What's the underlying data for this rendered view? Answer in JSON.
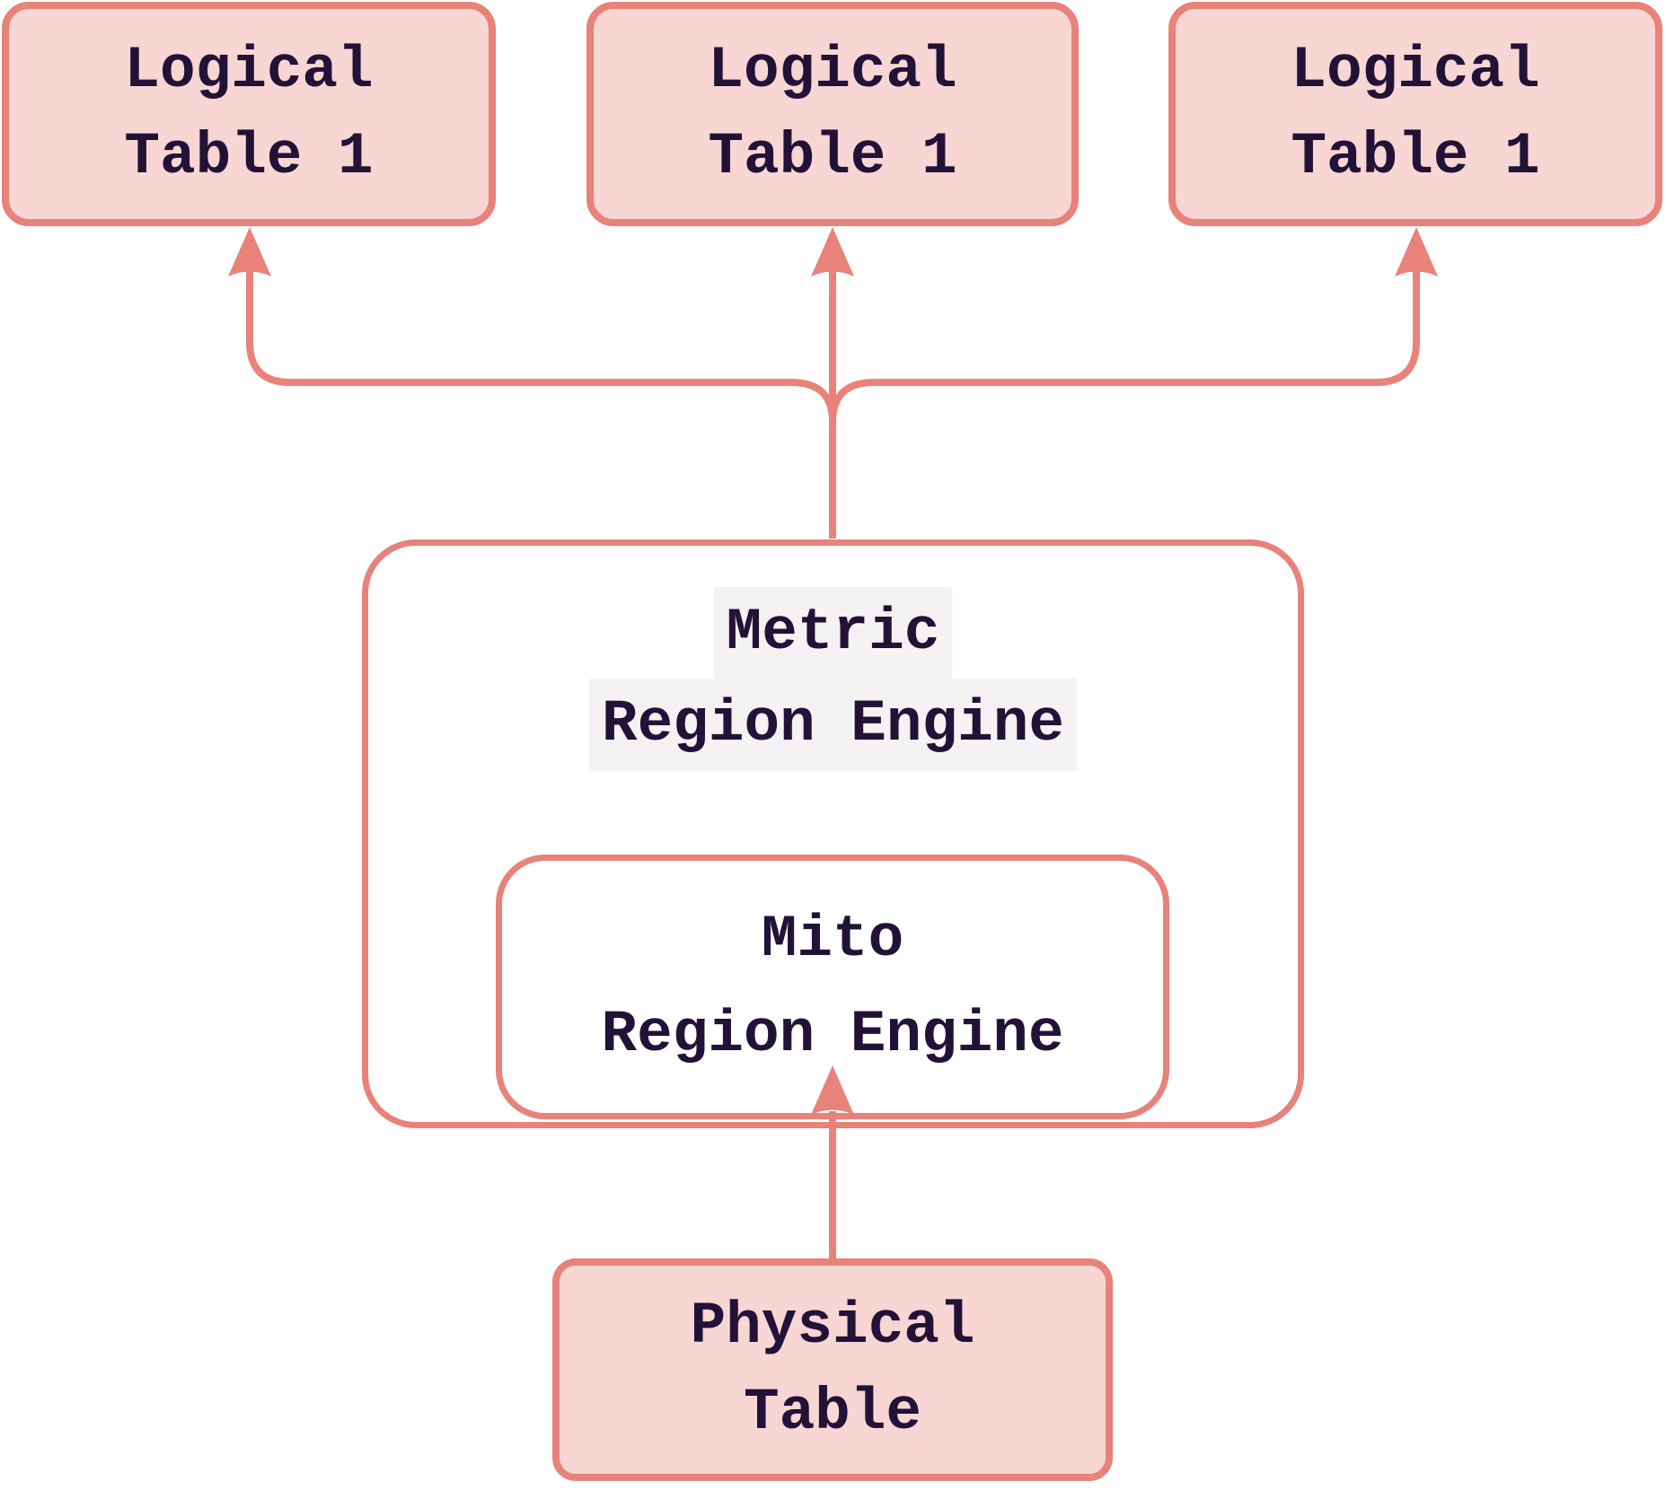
{
  "diagram": {
    "colors": {
      "border": "#e8827a",
      "node_fill": "#f8d6d4",
      "container_fill": "#ffffff",
      "text": "#231237",
      "label_background": "#f4f2f2",
      "page_background": "#ffffff"
    },
    "nodes": {
      "logical_tables": [
        {
          "line1": "Logical",
          "line2": "Table 1"
        },
        {
          "line1": "Logical",
          "line2": "Table 1"
        },
        {
          "line1": "Logical",
          "line2": "Table 1"
        }
      ],
      "metric_engine": {
        "line1": "Metric",
        "line2": "Region Engine"
      },
      "mito_engine": {
        "line1": "Mito",
        "line2": "Region Engine"
      },
      "physical_table": {
        "line1": "Physical",
        "line2": "Table"
      }
    },
    "edges": [
      {
        "from": "metric-region-engine",
        "to": "logical-table-1",
        "arrow": "up"
      },
      {
        "from": "metric-region-engine",
        "to": "logical-table-2",
        "arrow": "up"
      },
      {
        "from": "metric-region-engine",
        "to": "logical-table-3",
        "arrow": "up"
      },
      {
        "from": "physical-table",
        "to": "mito-region-engine",
        "arrow": "up"
      }
    ]
  }
}
